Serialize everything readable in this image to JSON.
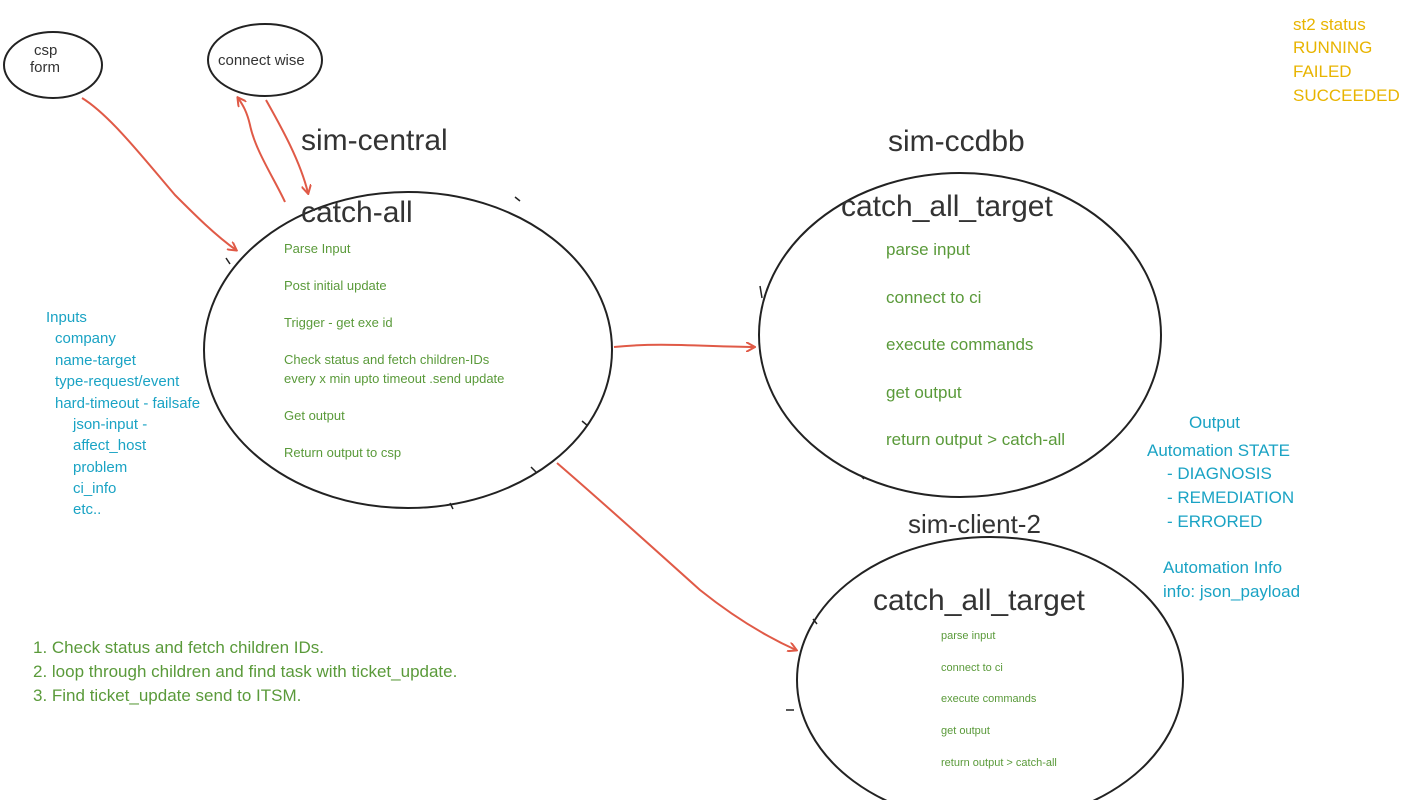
{
  "nodes": {
    "csp_form": {
      "label_line1": "csp",
      "label_line2": "form"
    },
    "connect_wise": {
      "label": "connect wise"
    }
  },
  "sim_central": {
    "title": "sim-central",
    "heading": "catch-all",
    "steps": [
      "Parse Input",
      "Post initial update",
      "Trigger - get exe id",
      "Check status and fetch children-IDs",
      "every x min upto timeout .send update",
      "Get output",
      "Return output to csp"
    ]
  },
  "sim_ccdbb": {
    "title": "sim-ccdbb",
    "heading": "catch_all_target",
    "steps": [
      "parse input",
      "connect to ci",
      "execute commands",
      "get output",
      "return output > catch-all"
    ]
  },
  "sim_client_2": {
    "title": "sim-client-2",
    "heading": "catch_all_target",
    "steps": [
      "parse input",
      "connect to ci",
      "execute commands",
      "get output",
      "return output > catch-all"
    ]
  },
  "inputs": {
    "header": "Inputs",
    "items": [
      "company",
      "name-target",
      "type-request/event",
      "hard-timeout - failsafe"
    ],
    "subitems": [
      "json-input -",
      "affect_host",
      "problem",
      "ci_info",
      "etc.."
    ]
  },
  "st2_status": {
    "header": "st2 status",
    "items": [
      "RUNNING",
      "FAILED",
      "SUCCEEDED"
    ]
  },
  "output": {
    "header": "Output",
    "state_header": "Automation STATE",
    "states": [
      "- DIAGNOSIS",
      "- REMEDIATION",
      "- ERRORED"
    ],
    "info_header": "Automation Info",
    "info_value": "info: json_payload"
  },
  "notes": [
    "1. Check status and fetch children IDs.",
    "2. loop through children and find task with ticket_update.",
    "3. Find ticket_update send to ITSM."
  ],
  "colors": {
    "arrow": "#e05a47",
    "outline": "#222222",
    "steps_text": "#5a9a3a",
    "info_text": "#1aa3c4",
    "status_text": "#e8b400"
  }
}
